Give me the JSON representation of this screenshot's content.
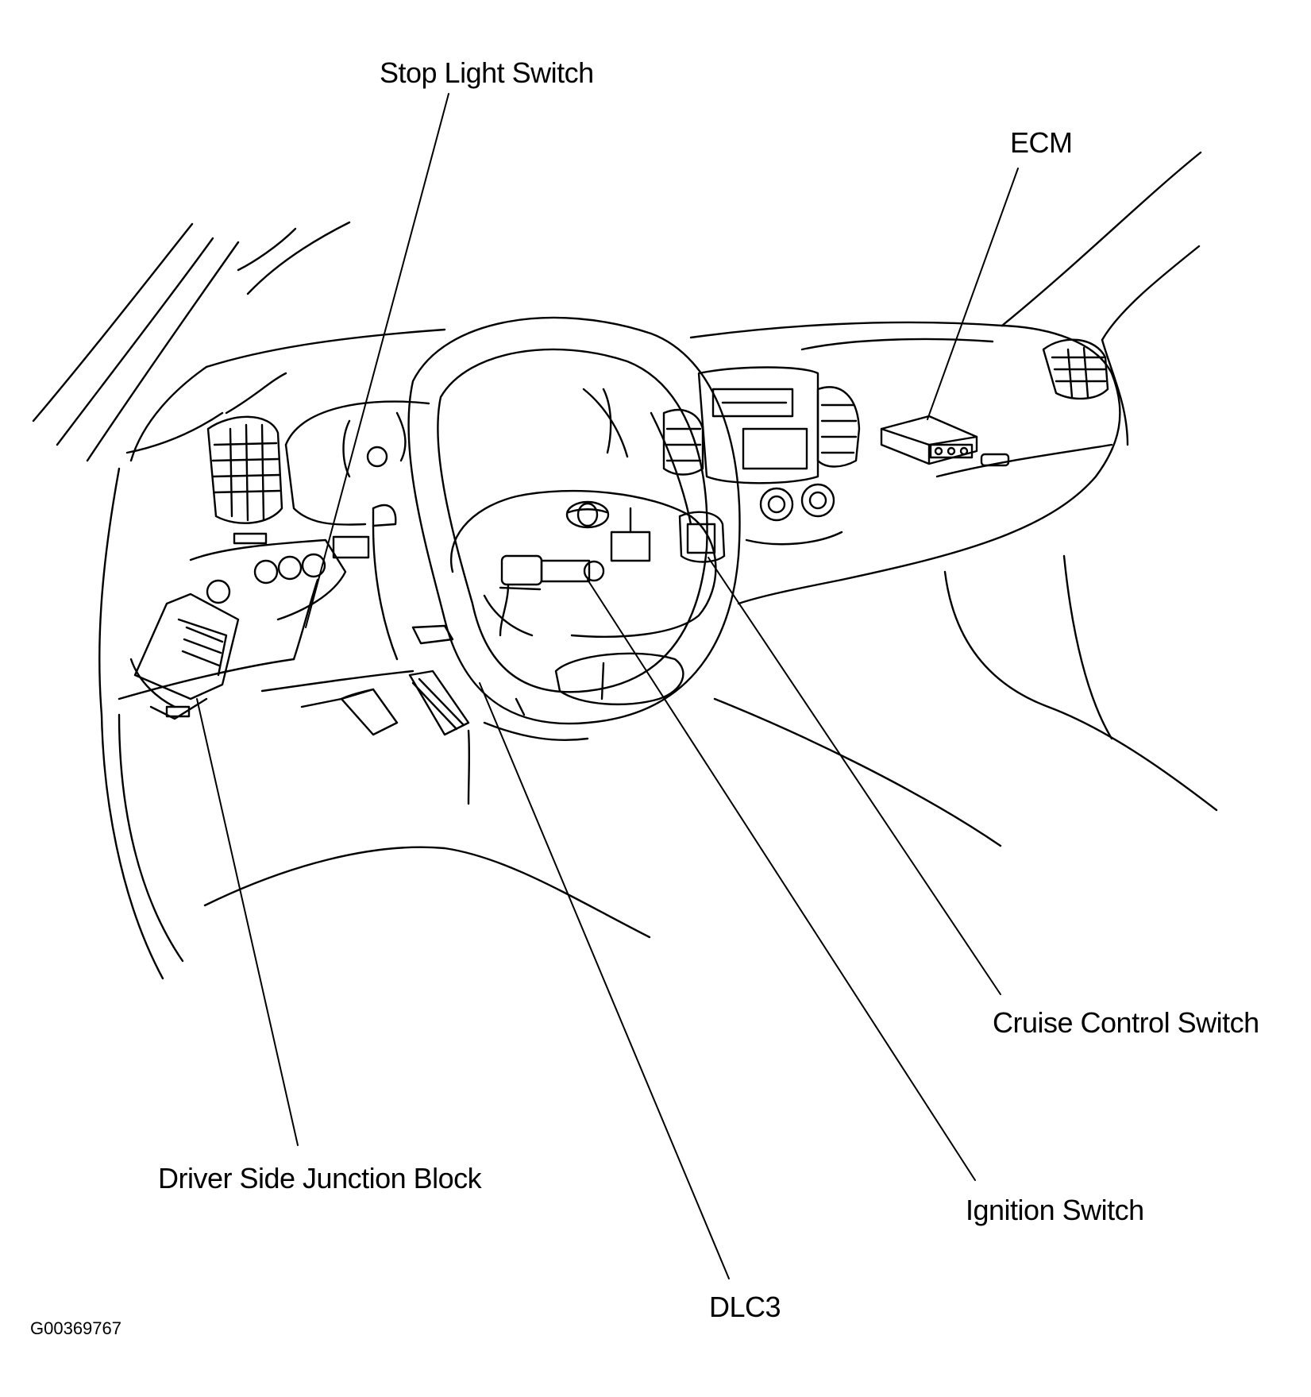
{
  "diagram": {
    "callouts": {
      "stop_light_switch": "Stop Light Switch",
      "ecm": "ECM",
      "cruise_control_switch": "Cruise Control Switch",
      "driver_side_junction_block": "Driver Side Junction Block",
      "ignition_switch": "Ignition Switch",
      "dlc3": "DLC3"
    },
    "figure_code": "G00369767"
  },
  "colors": {
    "ink": "#000000",
    "background": "#ffffff"
  }
}
